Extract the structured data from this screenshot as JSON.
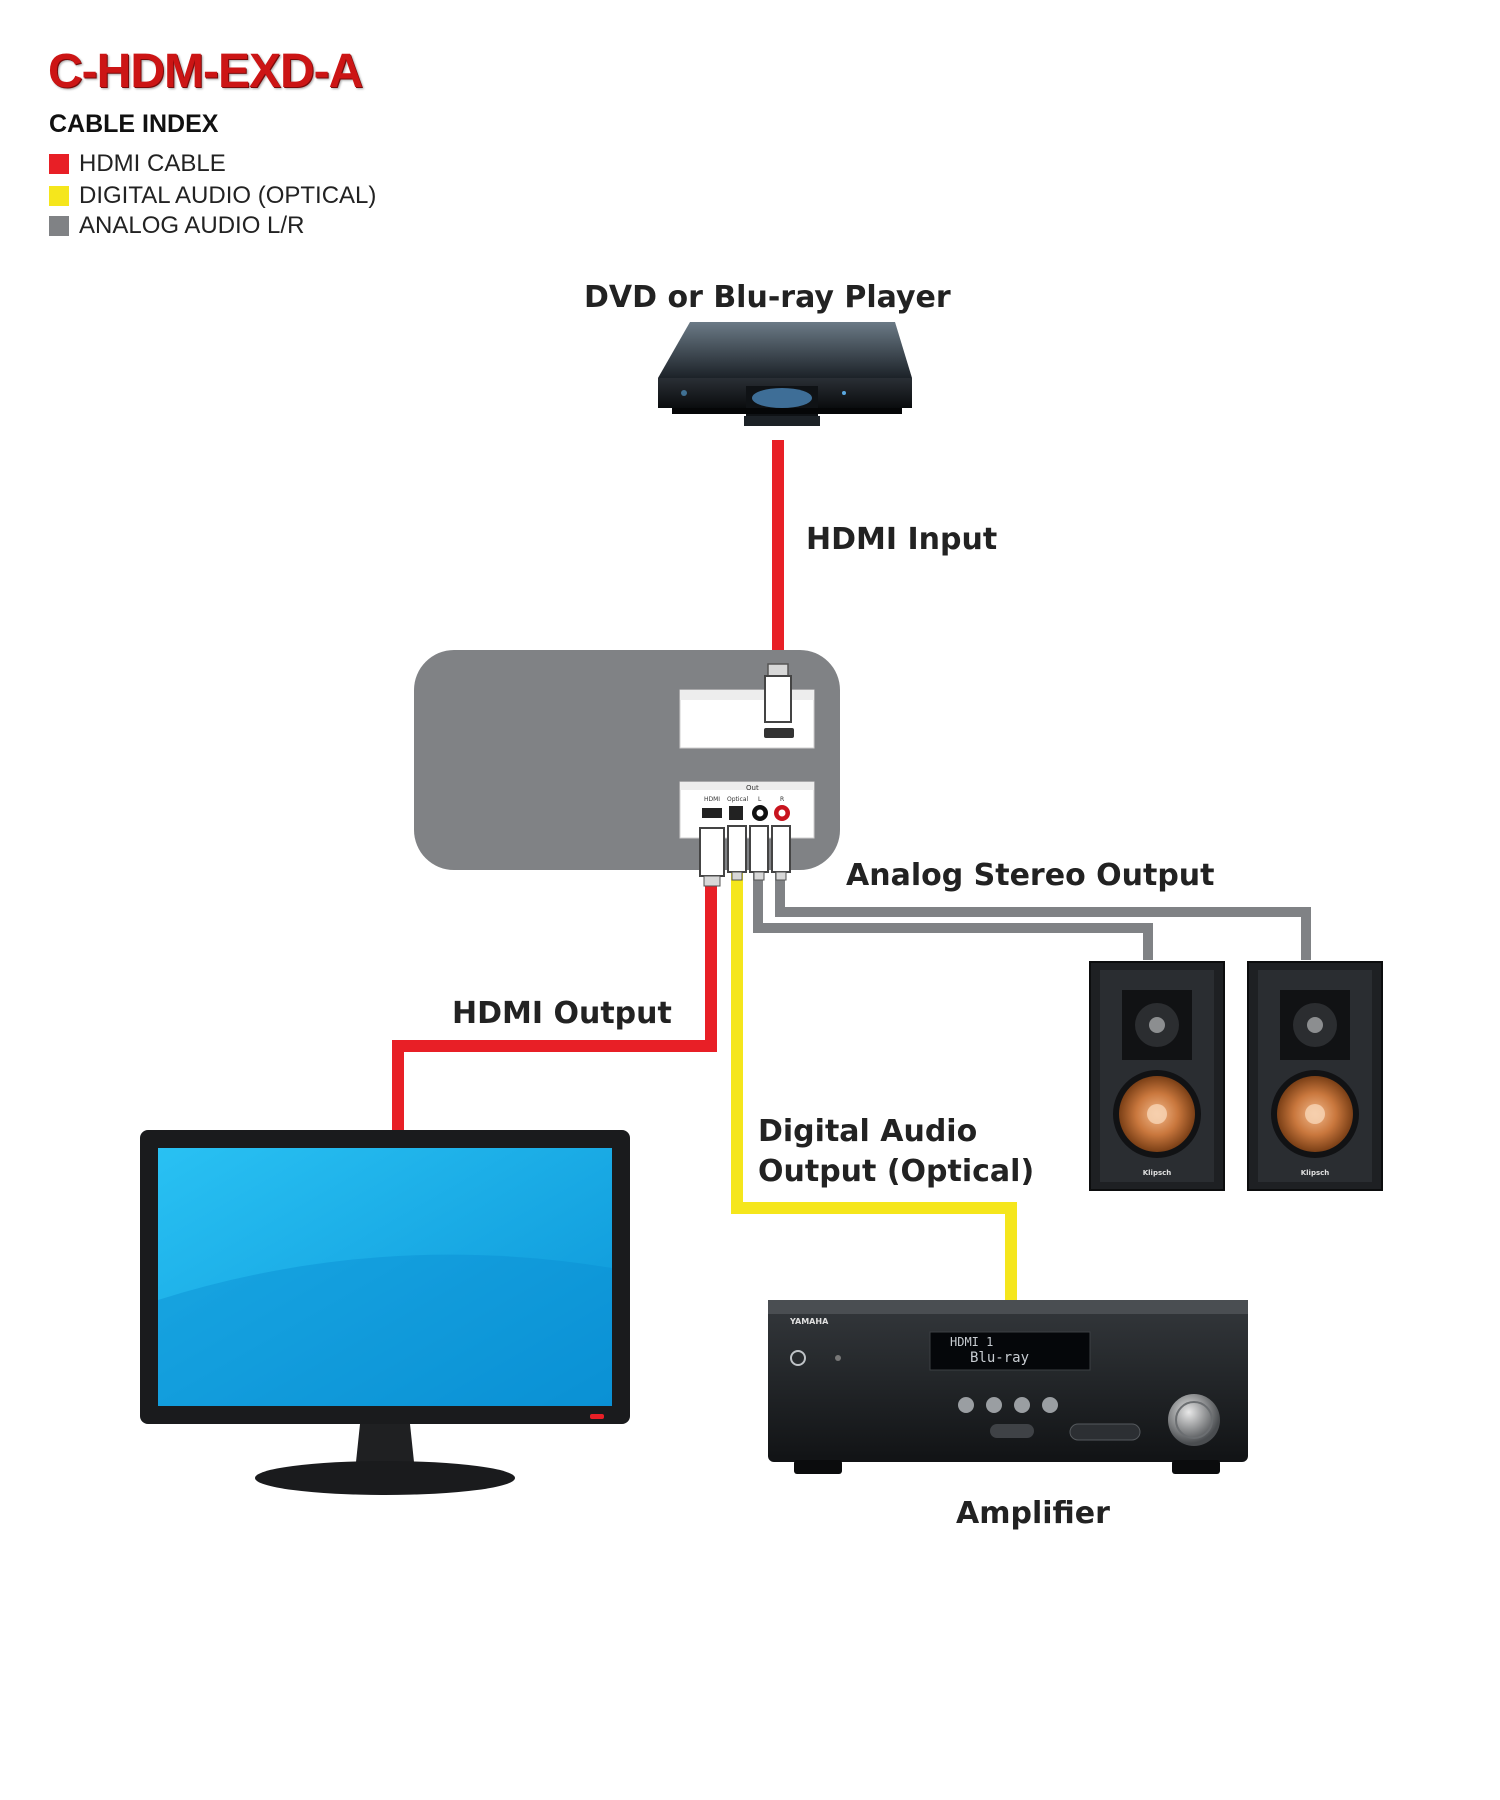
{
  "product_title": "C-HDM-EXD-A",
  "cable_index": {
    "title": "CABLE INDEX",
    "items": [
      {
        "label": "HDMI CABLE",
        "color": "#e81f26"
      },
      {
        "label": "DIGITAL AUDIO (OPTICAL)",
        "color": "#f5e61c"
      },
      {
        "label": "ANALOG AUDIO L/R",
        "color": "#808285"
      }
    ]
  },
  "devices": {
    "source": "DVD or Blu-ray Player",
    "amplifier": "Amplifier",
    "amp_display_line1": "HDMI 1",
    "amp_display_line2": "Blu-ray",
    "amp_brand": "YAMAHA",
    "speaker_brand": "Klipsch"
  },
  "connections": {
    "hdmi_input": "HDMI Input",
    "analog_output": "Analog Stereo Output",
    "hdmi_output": "HDMI Output",
    "digital_output_line1": "Digital Audio",
    "digital_output_line2": "Output (Optical)"
  },
  "extractor_ports": {
    "header": "Out",
    "hdmi": "HDMI",
    "optical": "Optical",
    "left": "L",
    "right": "R"
  },
  "colors": {
    "hdmi": "#e81f26",
    "optical": "#f5e61c",
    "analog": "#808285",
    "extractor_body": "#808285",
    "tv_screen": "#00aeef"
  }
}
